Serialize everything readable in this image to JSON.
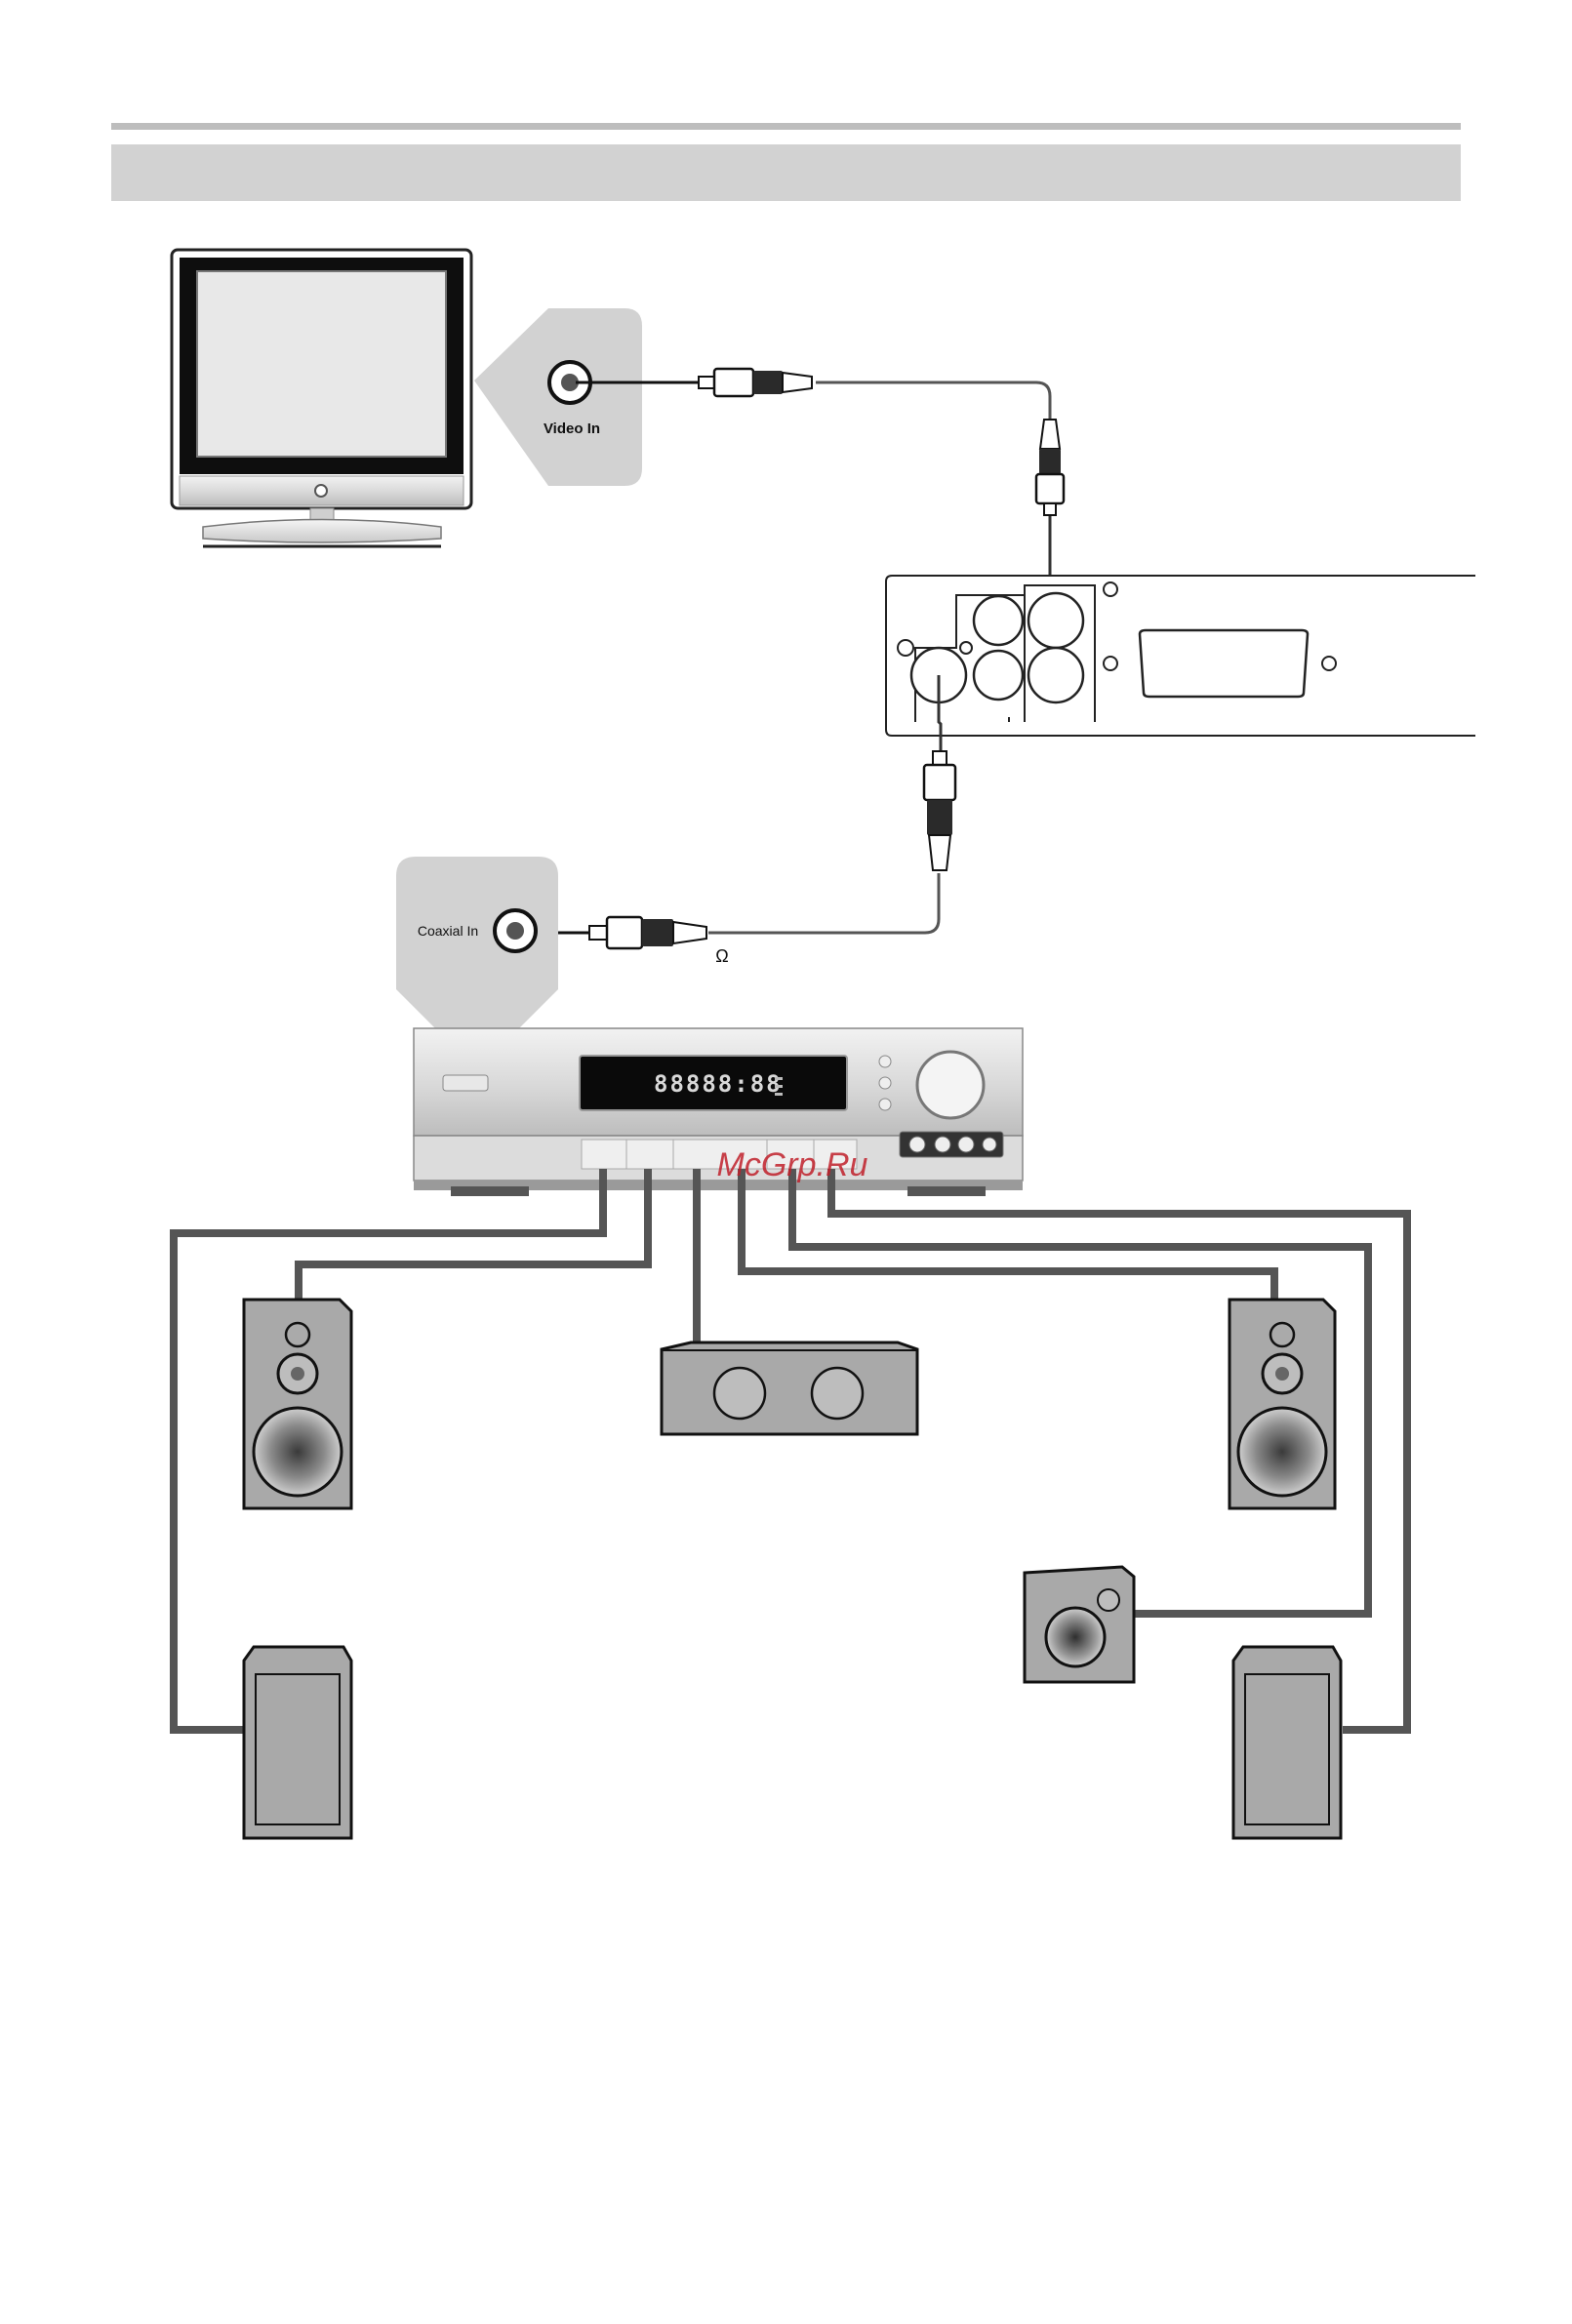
{
  "labels": {
    "video_in": "Video In",
    "coaxial_in": "Coaxial In",
    "ohm": "Ω",
    "watermark": "McGrp.Ru"
  },
  "display": {
    "readout": "88888:88"
  },
  "colors": {
    "band": "#d2d2d2",
    "cable": "#555555",
    "speaker_fill": "#a9a9a9",
    "watermark": "#c0202a"
  }
}
